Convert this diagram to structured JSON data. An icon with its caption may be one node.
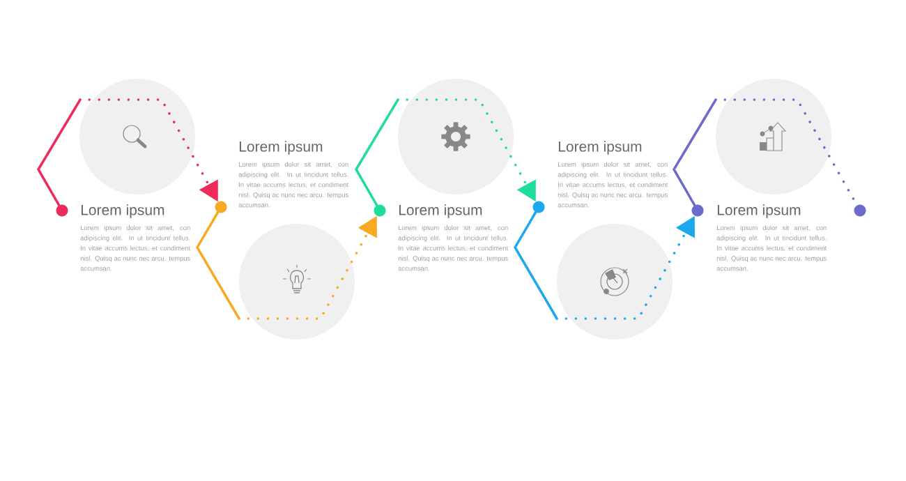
{
  "diagram": {
    "nodes": [
      {
        "text": [],
        "shape": "circle"
      },
      {
        "text": [],
        "shape": "circle"
      },
      {
        "text": [],
        "shape": "circle"
      },
      {
        "text": [],
        "shape": "circle"
      },
      {
        "text": [],
        "shape": "circle"
      },
      {
        "text": [],
        "shape": "circle"
      }
    ],
    "edges": [
      {
        "from": 0,
        "to": 1,
        "arrow": "to",
        "color": "#ee2a5a"
      },
      {
        "from": 1,
        "to": 2,
        "arrow": "to",
        "color": "#f7a922"
      },
      {
        "from": 2,
        "to": 3,
        "arrow": "to",
        "color": "#1ddc9c"
      },
      {
        "from": 3,
        "to": 4,
        "arrow": "to",
        "color": "#1ba8ee"
      },
      {
        "from": 4,
        "to": 5,
        "arrow": "none",
        "color": "#6c6acb"
      }
    ],
    "labels": [
      "Lorem ipsum",
      "Lorem ipsum dolor sit amet, con adipiscing elit. In ut tincidunt tellus. In vitae accums lectus, et condiment nisl. Quisq ac nunc nec arcu. tempus accumsan.",
      "Lorem ipsum",
      "Lorem ipsum dolor sit amet, con adipiscing elit. In ut tincidunt tellus. In vitae accums lectus, et condiment nisl. Quisq ac nunc nec arcu. tempus accumsan.",
      "Lorem ipsum",
      "Lorem ipsum dolor sit amet, con adipiscing elit. In ut tincidunt tellus. In vitae accums lectus, et condiment nisl. Quisq ac nunc nec arcu. tempus accumsan.",
      "Lorem ipsum",
      "Lorem ipsum dolor sit amet, con adipiscing elit. In ut tincidunt tellus. In vitae accums lectus, et condiment nisl. Quisq ac nunc nec arcu. tempus accumsan.",
      "Lorem ipsum",
      "Lorem ipsum dolor sit amet, con adipiscing elit. In ut tincidunt tellus. In vitae accums lectus, et condiment nisl. Quisq ac nunc nec arcu. tempus accumsan."
    ]
  }
}
